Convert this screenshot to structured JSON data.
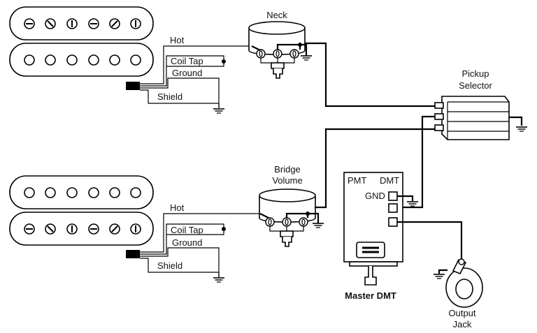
{
  "colors": {
    "ink": "#000000",
    "paper": "#ffffff"
  },
  "neck_pickup": {
    "hot": "Hot",
    "coil_tap": "Coil Tap",
    "ground": "Ground",
    "shield": "Shield"
  },
  "bridge_pickup": {
    "hot": "Hot",
    "coil_tap": "Coil Tap",
    "ground": "Ground",
    "shield": "Shield"
  },
  "neck_pot": {
    "label": "Neck"
  },
  "bridge_pot": {
    "label_line1": "Bridge",
    "label_line2": "Volume"
  },
  "selector": {
    "label_line1": "Pickup",
    "label_line2": "Selector"
  },
  "dmt_module": {
    "pmt": "PMT",
    "dmt": "DMT",
    "gnd": "GND",
    "caption": "Master DMT"
  },
  "output_jack": {
    "label_line1": "Output",
    "label_line2": "Jack"
  }
}
